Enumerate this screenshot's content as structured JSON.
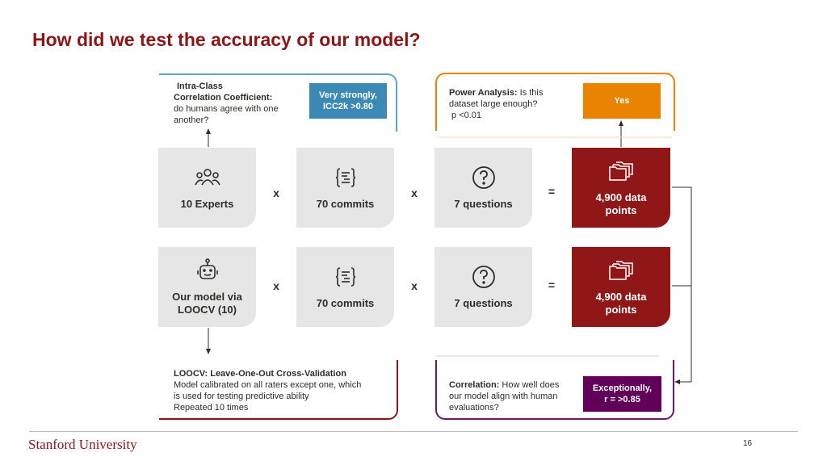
{
  "title": "How did we test the accuracy of our model?",
  "row1": {
    "experts": "10 Experts",
    "commits": "70 commits",
    "questions": "7 questions",
    "result_line1": "4,900 data",
    "result_line2": "points"
  },
  "row2": {
    "model_line1": "Our model via",
    "model_line2": "LOOCV (10)",
    "commits": "70 commits",
    "questions": "7 questions",
    "result_line1": "4,900 data",
    "result_line2": "points"
  },
  "operators": {
    "times": "x",
    "equals": "="
  },
  "icc": {
    "line1": "Intra-Class",
    "line2": "Correlation Coefficient:",
    "line3": "do humans agree with one",
    "line4": "another?",
    "badge_line1": "Very strongly,",
    "badge_line2": "ICC2k >0.80"
  },
  "power": {
    "bold": "Power Analysis:",
    "rest": " Is this",
    "line2": "dataset large enough?",
    "line3": "p <0.01",
    "badge": "Yes"
  },
  "loocv": {
    "line1": "LOOCV: Leave-One-Out Cross-Validation",
    "line2": "Model calibrated on all raters except one, which",
    "line3": "is used for testing predictive ability",
    "line4": "Repeated 10 times"
  },
  "correlation": {
    "bold": "Correlation:",
    "rest": " How well does",
    "line2": "our model align with human",
    "line3": "evaluations?",
    "badge_line1": "Exceptionally,",
    "badge_line2": "r = >0.85"
  },
  "icons": {
    "experts": "people-group-icon",
    "commits": "code-file-icon",
    "questions": "question-circle-icon",
    "data": "folders-icon",
    "model": "robot-icon"
  },
  "colors": {
    "brand": "#8c1515",
    "result_box": "#8f1717",
    "icc_frame": "#5fa3c9",
    "icc_badge": "#3b8ab5",
    "power_frame": "#e98300",
    "power_badge": "#e98300",
    "loocv_frame": "#8c1515",
    "corr_frame": "#6b1a63",
    "corr_badge": "#620059"
  },
  "footer": {
    "logo": "Stanford University",
    "page": "16"
  }
}
